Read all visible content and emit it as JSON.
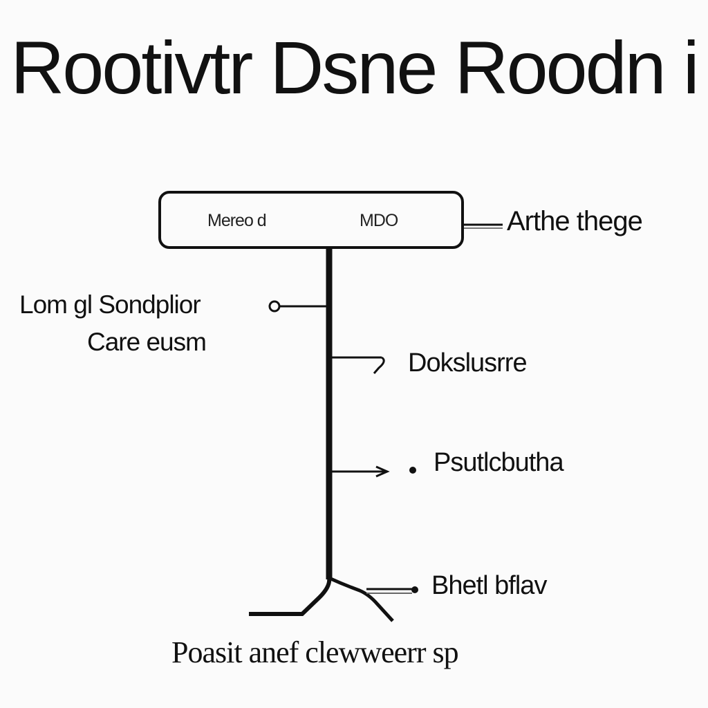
{
  "title": "Rootivtr Dsne Roodn i",
  "box": {
    "left_label": "Mereo d",
    "right_label": "MDO"
  },
  "labels": {
    "top_right": "Arthe thege",
    "left_line1": "Lom gl Sondplior",
    "left_line2": "Care eusm",
    "mid_right": "Dokslusrre",
    "lower_right": "Psutlcbutha",
    "bottom_right": "Bhetl bflav",
    "bottom": "Poasit anef clewweerr sp"
  }
}
